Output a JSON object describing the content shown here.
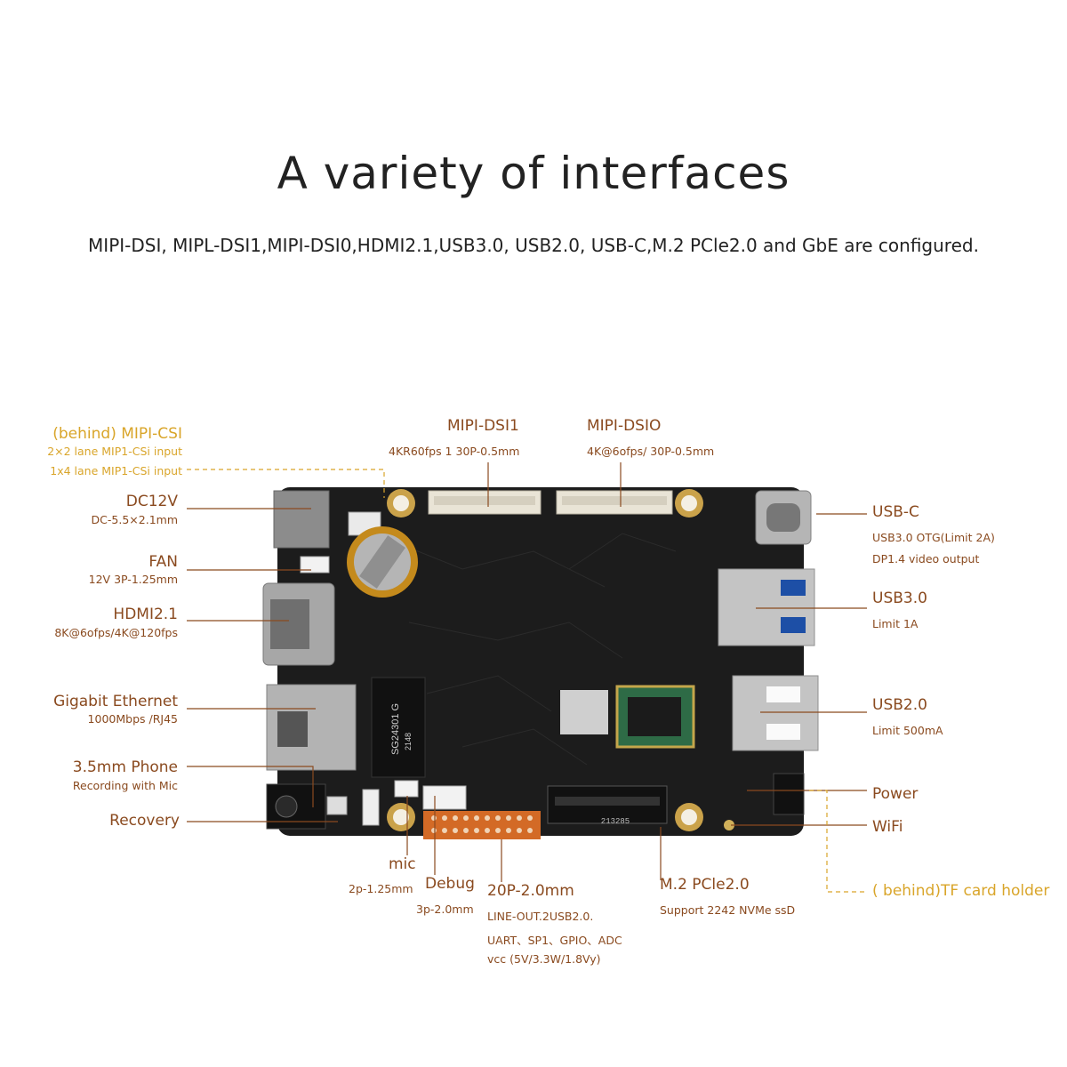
{
  "header": {
    "title": "A variety of interfaces",
    "subtitle": "MIPI-DSI, MIPL-DSI1,MIPI-DSI0,HDMI2.1,USB3.0, USB2.0, USB-C,M.2 PCle2.0 and GbE are configured."
  },
  "left_labels": {
    "mipi_csi": {
      "title": "(behind) MIPI-CSI",
      "line1": "2×2 lane MIP1-CSi input",
      "line2": "1x4 lane MIP1-CSi input"
    },
    "dc12v": {
      "title": "DC12V",
      "spec": "DC-5.5×2.1mm"
    },
    "fan": {
      "title": "FAN",
      "spec": "12V 3P-1.25mm"
    },
    "hdmi": {
      "title": "HDMI2.1",
      "spec": "8K@6ofps/4K@120fps"
    },
    "ethernet": {
      "title": "Gigabit Ethernet",
      "spec": "1000Mbps /RJ45"
    },
    "phone": {
      "title": "3.5mm Phone",
      "spec": "Recording with Mic"
    },
    "recovery": {
      "title": "Recovery"
    }
  },
  "top_labels": {
    "dsi1": {
      "title": "MIPI-DSI1",
      "spec": "4KR60fps 1 30P-0.5mm"
    },
    "dsi0": {
      "title": "MIPI-DSIO",
      "spec": "4K@6ofps/ 30P-0.5mm"
    }
  },
  "right_labels": {
    "usbc": {
      "title": "USB-C",
      "line1": "USB3.0 OTG(Limit 2A)",
      "line2": "DP1.4 video output"
    },
    "usb3": {
      "title": "USB3.0",
      "spec": "Limit 1A"
    },
    "usb2": {
      "title": "USB2.0",
      "spec": "Limit 500mA"
    },
    "power": {
      "title": "Power"
    },
    "wifi": {
      "title": "WiFi"
    },
    "tf": {
      "title": "( behind)TF card holder"
    }
  },
  "bottom_labels": {
    "mic": {
      "title": "mic",
      "spec": "2p-1.25mm"
    },
    "debug": {
      "title": "Debug",
      "spec": "3p-2.0mm"
    },
    "gpio": {
      "title": "20P-2.0mm",
      "line1": "LINE-OUT.2USB2.0.",
      "line2": "UART、SP1、GPIO、ADC",
      "line3": "vcc (5V/3.3W/1.8Vy)"
    },
    "m2": {
      "title": "M.2 PCle2.0",
      "spec": "Support 2242 NVMe ssD"
    }
  },
  "board_text": {
    "chip": "SG24301 G",
    "chip_code": "2148",
    "m2_code": "213285"
  },
  "colors": {
    "label_brown": "#8a4a1f",
    "label_gold": "#d9a52a",
    "pcb": "#1c1c1c"
  }
}
